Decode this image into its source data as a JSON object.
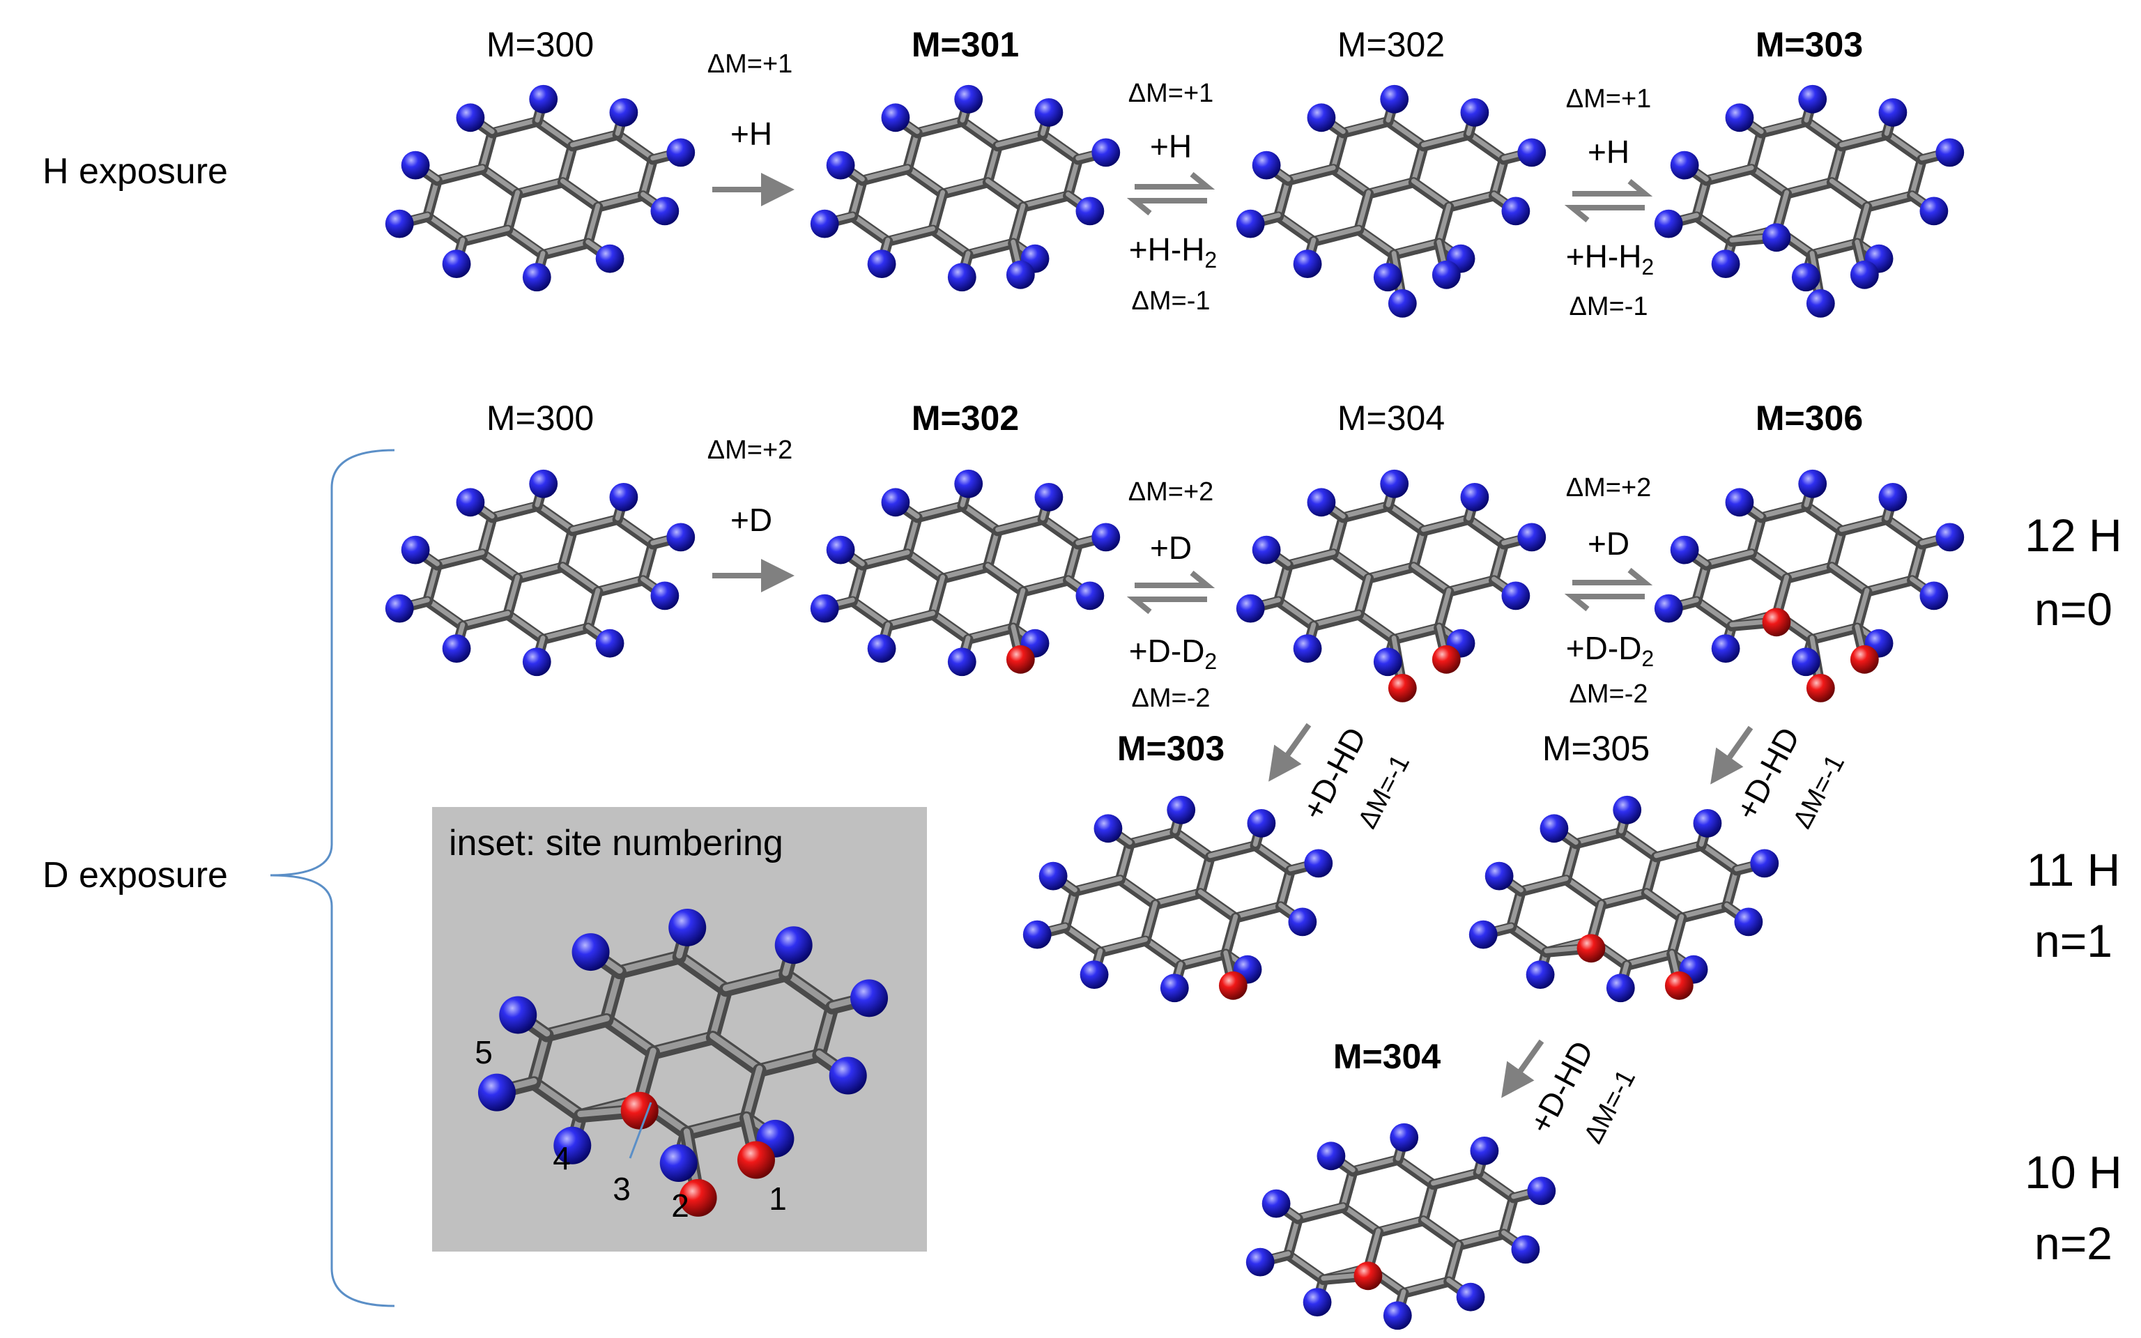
{
  "rows": {
    "h_exposure": "H exposure",
    "d_exposure": "D exposure"
  },
  "h_row": {
    "masses": [
      "M=300",
      "M=301",
      "M=302",
      "M=303"
    ],
    "step1": {
      "dm": "ΔM=+1",
      "label": "+H"
    },
    "step2": {
      "dm_fwd": "ΔM=+1",
      "fwd": "+H",
      "rev": "+H-H",
      "rev_sub": "2",
      "dm_rev": "ΔM=-1"
    },
    "step3": {
      "dm_fwd": "ΔM=+1",
      "fwd": "+H",
      "rev": "+H-H",
      "rev_sub": "2",
      "dm_rev": "ΔM=-1"
    }
  },
  "d_row": {
    "masses": [
      "M=300",
      "M=302",
      "M=304",
      "M=306"
    ],
    "step1": {
      "dm": "ΔM=+2",
      "label": "+D"
    },
    "step2": {
      "dm_fwd": "ΔM=+2",
      "fwd": "+D",
      "rev": "+D-D",
      "rev_sub": "2",
      "dm_rev": "ΔM=-2"
    },
    "step3": {
      "dm_fwd": "ΔM=+2",
      "fwd": "+D",
      "rev": "+D-D",
      "rev_sub": "2",
      "dm_rev": "ΔM=-2"
    }
  },
  "hd_branch": {
    "masses": [
      "M=303",
      "M=305",
      "M=304"
    ],
    "label": "+D-HD",
    "dm": "ΔM=-1"
  },
  "h_counts": [
    {
      "h": "12 H",
      "n": "n=0"
    },
    {
      "h": "11 H",
      "n": "n=1"
    },
    {
      "h": "10 H",
      "n": "n=2"
    }
  ],
  "inset": {
    "title": "inset: site numbering",
    "sites": [
      "1",
      "2",
      "3",
      "4",
      "5"
    ]
  },
  "colors": {
    "carbon_bond": "#6e6e6e",
    "hydrogen": "#1414c8",
    "deuterium": "#d81010",
    "arrow": "#808080",
    "brace": "#5b8fc7",
    "inset_bg": "#c0c0c0"
  }
}
